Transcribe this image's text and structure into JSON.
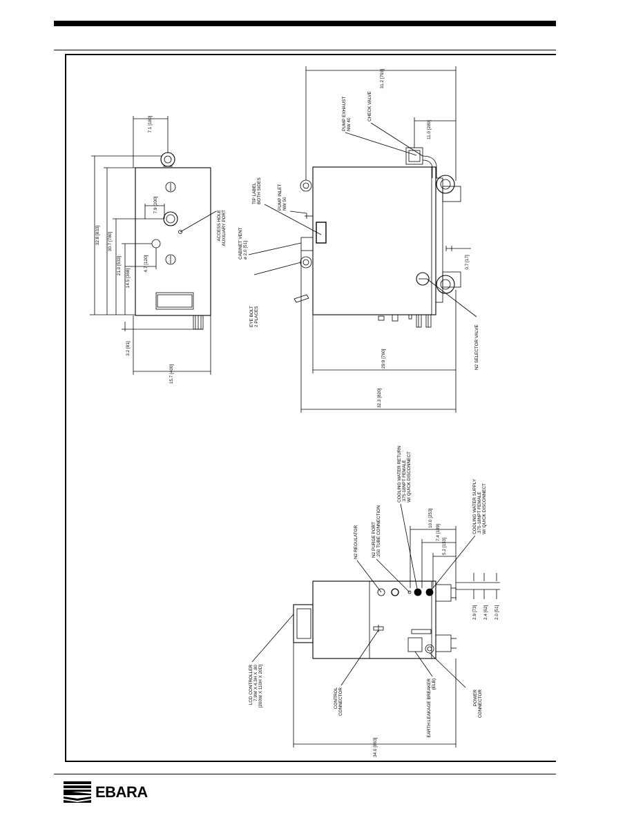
{
  "brand": {
    "name": "EBARA"
  },
  "views": {
    "side_top": {
      "dims": {
        "d_7_1": "7.1 [180]",
        "d_32_8": "32.8 [833]",
        "d_30_7": "30.7 [780]",
        "d_21_0": "21.0 [533]",
        "d_14_5": "14.5 [368]",
        "d_7_9": "7.9 [200]",
        "d_4_7": "4.7 [120]",
        "d_3_2": "3.2 [81]",
        "d_15_7": "15.7 [400]"
      },
      "labels": {
        "access_hole": [
          "ACCESS HOLE",
          "AUXILIARY PORT"
        ]
      }
    },
    "front": {
      "dims": {
        "d_31_2": "31.2 [793]",
        "d_11_0": "11.0 [280]",
        "d_0_7": "0.7 [17]",
        "d_29_9": "29.9 [760]",
        "d_32_3": "32.3 [820]"
      },
      "labels": {
        "pump_exhaust": [
          "PUMP EXHAUST",
          "NW 40"
        ],
        "check_valve": [
          "CHECK VALVE"
        ],
        "pump_inlet": [
          "PUMP INLET",
          "NW 50"
        ],
        "tip_label": [
          "TIP LABEL",
          "BOTH SIDES"
        ],
        "cabinet_vent": [
          "CABINET VENT",
          "ø 2.0 [51]"
        ],
        "eye_bolt": [
          "EYE BOLT",
          "2 PLACES"
        ],
        "n2_selector": [
          "N2 SELECTOR VALVE"
        ]
      }
    },
    "end": {
      "dims": {
        "d_10_0": "10.0 [253]",
        "d_7_4": "7.4 [189]",
        "d_5_2": "5.2 [133]",
        "d_2_9": "2.9 [73]",
        "d_2_4": "2.4 [62]",
        "d_2_0": "2.0 [51]",
        "d_34_0": "34.0 [863]"
      },
      "labels": {
        "n2_regulator": [
          "N2 REGULATOR"
        ],
        "n2_purge": [
          "N2 PURGE PORT",
          ".250 TUBE CONNECTION"
        ],
        "cw_return": [
          "COOLING WATER RETURN",
          ".375-18NPT FEMALE",
          "W/ QUICK DISCONNECT"
        ],
        "cw_supply": [
          "COOLING WATER SUPPLY",
          ".375-18NPT FEMALE",
          "W/ QUICK DISCONNECT"
        ],
        "lcd": [
          "LCD CONTROLLER",
          "7.9W X 4.3H X .80",
          "[200W X 110H X 20D]"
        ],
        "control_connector": [
          "CONTROL",
          "CONNECTOR"
        ],
        "earth_leakage": [
          "EARTH LEAKAGE BREAKER",
          "(ELB)"
        ],
        "power_connector": [
          "POWER",
          "CONNECTOR"
        ]
      }
    }
  }
}
